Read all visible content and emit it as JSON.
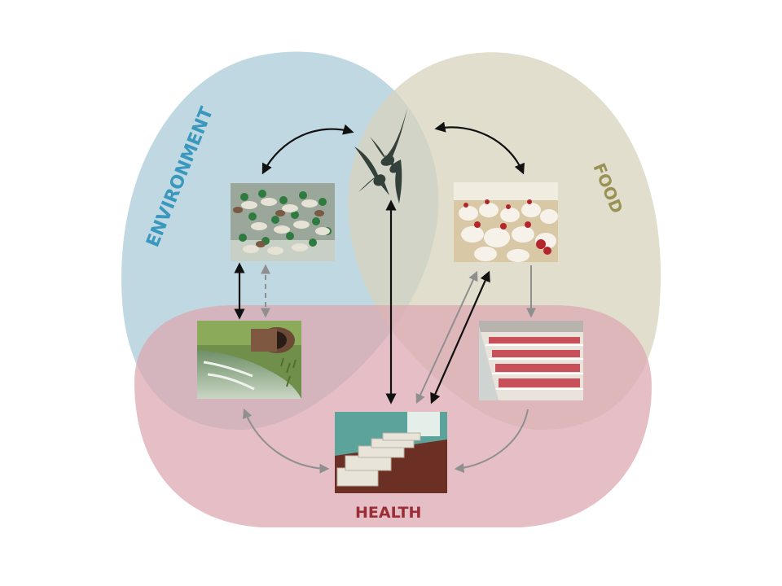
{
  "labels": {
    "environment": "ENVIRONMENT",
    "food": "FOOD",
    "health": "HEALTH"
  },
  "colors": {
    "environment_fill": "#a9cbd7",
    "food_fill": "#d7d3bd",
    "health_fill": "#dcaab1",
    "environment_text": "#3a97bd",
    "food_text": "#9a9254",
    "health_text": "#9a2d35",
    "arrow_black": "#111111",
    "arrow_grey": "#8f8f8f",
    "bird_silhouette": "#34413b"
  },
  "images": {
    "wild_ducks": "wild-ducks-photo",
    "poultry_farm": "poultry-farm-photo",
    "sewage_pipe": "sewage-pipe-photo",
    "meat_counter": "meat-counter-photo",
    "hospital_ward": "hospital-ward-photo",
    "wild_birds": "flying-birds-icon"
  }
}
